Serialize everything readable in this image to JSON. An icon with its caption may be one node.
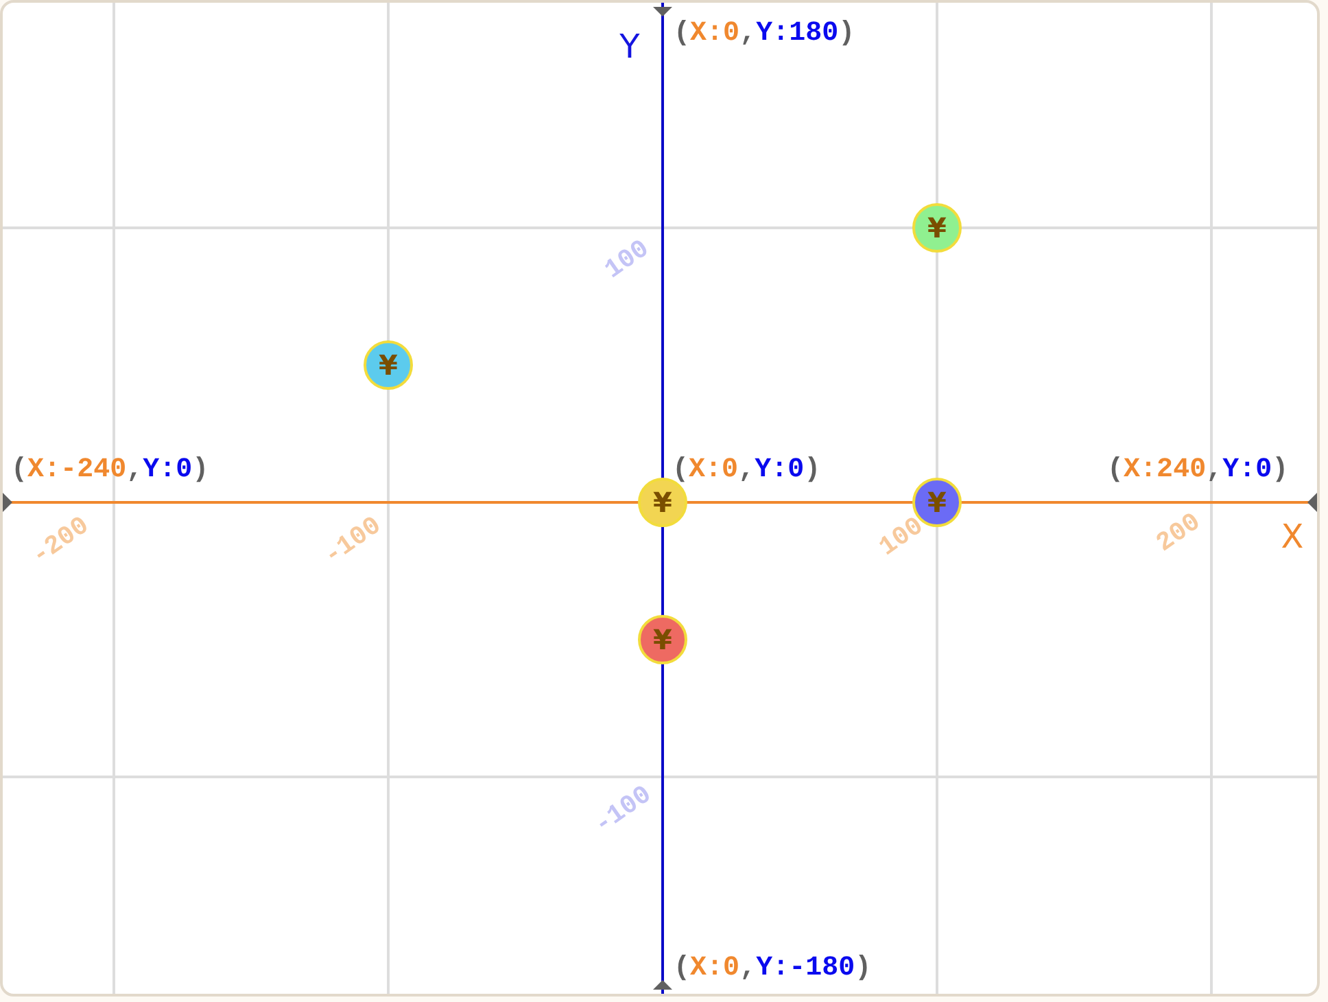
{
  "diagram": {
    "nodes": [
      {
        "text": [
          "¥"
        ]
      },
      {
        "text": [
          "¥"
        ]
      },
      {
        "text": [
          "¥"
        ]
      },
      {
        "text": [
          "¥"
        ]
      },
      {
        "text": [
          "¥"
        ]
      }
    ],
    "labels": [
      "Y",
      "(X:0,Y:180)",
      "100",
      "(X:-240,Y:0)",
      "(X:0,Y:0)",
      "(X:240,Y:0)",
      "-200",
      "-100",
      "100",
      "200",
      "X",
      "-100",
      "(X:0,Y:-180)"
    ]
  }
}
